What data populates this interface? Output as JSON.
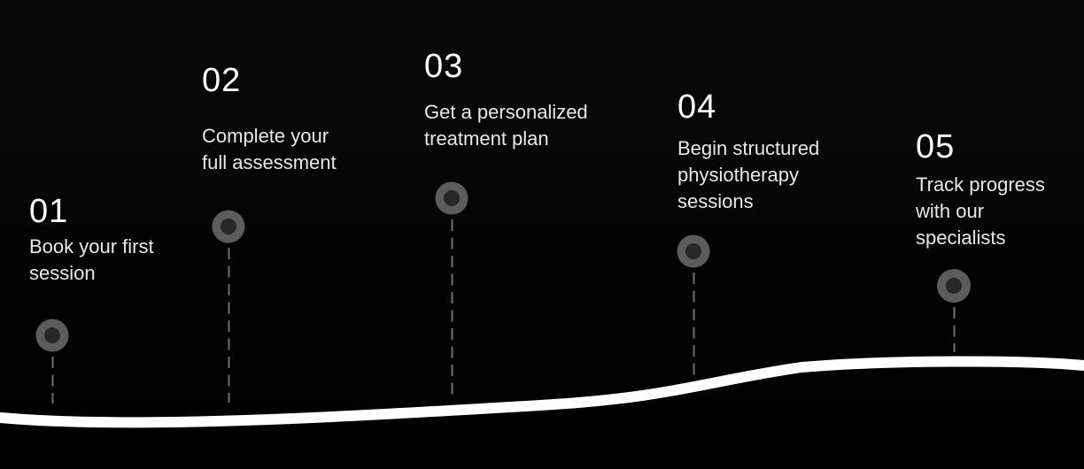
{
  "timeline": {
    "steps": [
      {
        "number": "01",
        "label": "Book your first session"
      },
      {
        "number": "02",
        "label": "Complete your full assessment"
      },
      {
        "number": "03",
        "label": "Get a personalized treatment plan"
      },
      {
        "number": "04",
        "label": "Begin structured physiotherapy sessions"
      },
      {
        "number": "05",
        "label": "Track progress with our specialists"
      }
    ]
  },
  "colors": {
    "bg": "#050505",
    "curve": "#ffffff",
    "dot-outer": "#5c5c5c",
    "dot-inner": "#282828",
    "connector": "#6f6f6f",
    "num": "#ffffff",
    "label": "#e8e8e8"
  }
}
